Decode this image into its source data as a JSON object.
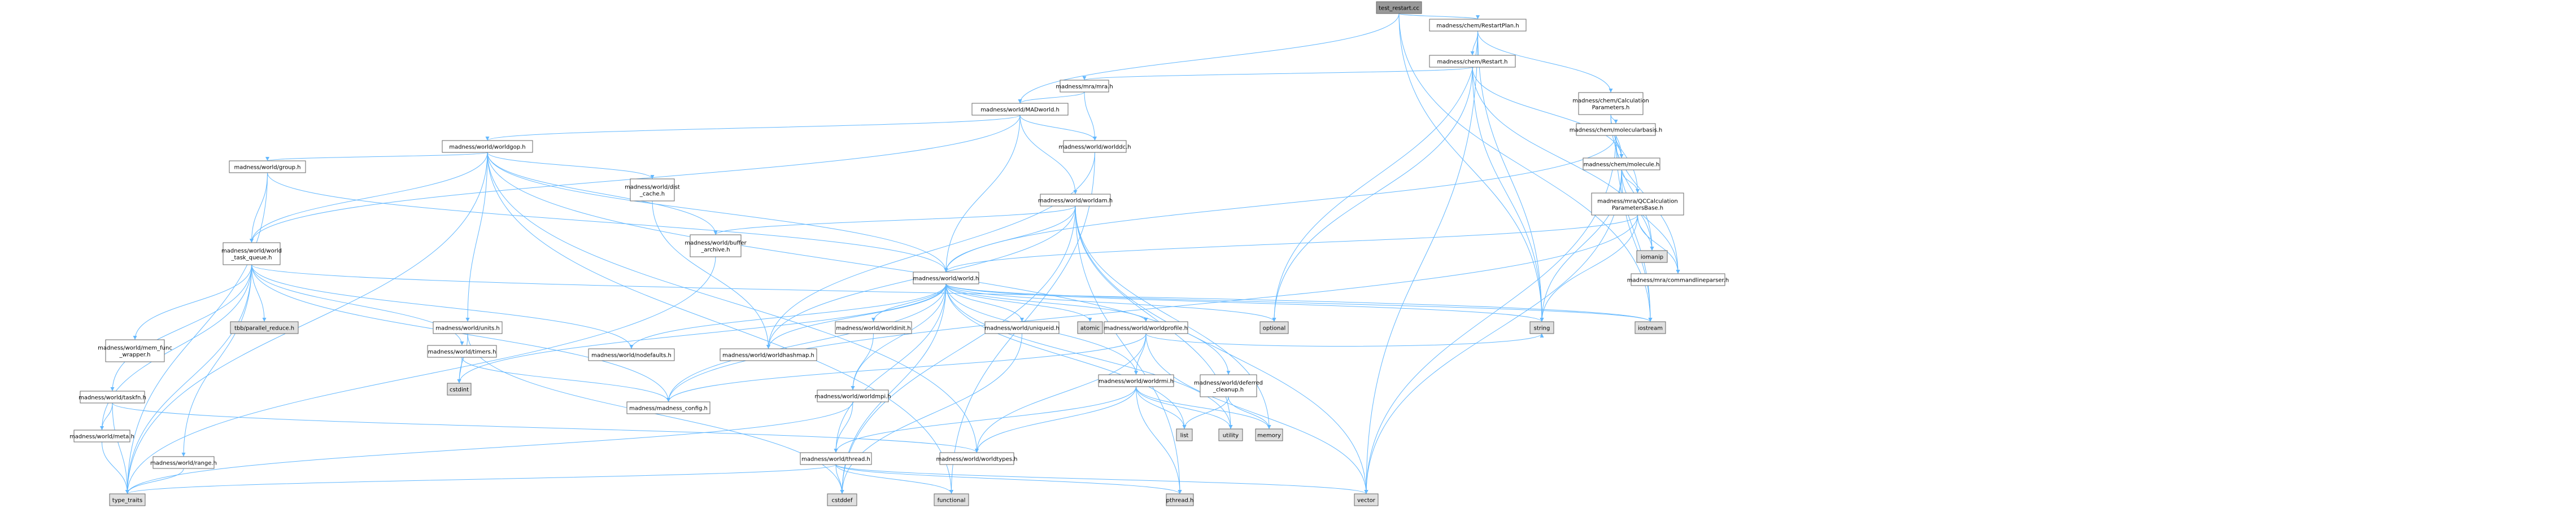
{
  "colors": {
    "background": "#ffffff",
    "edge": "#63b8ff",
    "root_fill": "#999999",
    "node_fill": "#ffffff",
    "external_fill": "#e0e0e0",
    "border": "#666666",
    "link_red": "#ff0000",
    "text": "#000000"
  },
  "nodes": [
    {
      "id": "root",
      "lines": [
        "test_restart.cc"
      ],
      "kind": "root"
    },
    {
      "id": "restartplan",
      "lines": [
        "madness/chem/RestartPlan.h"
      ],
      "kind": "plain"
    },
    {
      "id": "madworld",
      "lines": [
        "madness/world/MADworld.h"
      ],
      "kind": "plain"
    },
    {
      "id": "restart",
      "lines": [
        "madness/chem/Restart.h"
      ],
      "kind": "plain"
    },
    {
      "id": "calcparams",
      "lines": [
        "madness/chem/Calculation",
        "Parameters.h"
      ],
      "kind": "plain"
    },
    {
      "id": "mra",
      "lines": [
        "madness/mra/mra.h"
      ],
      "kind": "red"
    },
    {
      "id": "molbasis",
      "lines": [
        "madness/chem/molecularbasis.h"
      ],
      "kind": "red"
    },
    {
      "id": "worldgop",
      "lines": [
        "madness/world/worldgop.h"
      ],
      "kind": "plain"
    },
    {
      "id": "worlddc",
      "lines": [
        "madness/world/worlddc.h"
      ],
      "kind": "red"
    },
    {
      "id": "molecule",
      "lines": [
        "madness/chem/molecule.h"
      ],
      "kind": "red"
    },
    {
      "id": "worldam",
      "lines": [
        "madness/world/worldam.h"
      ],
      "kind": "plain"
    },
    {
      "id": "qccalc",
      "lines": [
        "madness/mra/QCCalculation",
        "ParametersBase.h"
      ],
      "kind": "red"
    },
    {
      "id": "group",
      "lines": [
        "madness/world/group.h"
      ],
      "kind": "red"
    },
    {
      "id": "distcache",
      "lines": [
        "madness/world/dist",
        "_cache.h"
      ],
      "kind": "red"
    },
    {
      "id": "bufferarch",
      "lines": [
        "madness/world/buffer",
        "_archive.h"
      ],
      "kind": "red"
    },
    {
      "id": "world",
      "lines": [
        "madness/world/world.h"
      ],
      "kind": "plain"
    },
    {
      "id": "iomanip",
      "lines": [
        "iomanip"
      ],
      "kind": "external"
    },
    {
      "id": "cmdline",
      "lines": [
        "madness/mra/commandlineparser.h"
      ],
      "kind": "red"
    },
    {
      "id": "taskqueue",
      "lines": [
        "madness/world/world",
        "_task_queue.h"
      ],
      "kind": "plain"
    },
    {
      "id": "tbbreduce",
      "lines": [
        "tbb/parallel_reduce.h"
      ],
      "kind": "external"
    },
    {
      "id": "memfunc",
      "lines": [
        "madness/world/mem_func",
        "_wrapper.h"
      ],
      "kind": "red"
    },
    {
      "id": "units",
      "lines": [
        "madness/world/units.h"
      ],
      "kind": "plain"
    },
    {
      "id": "timers",
      "lines": [
        "madness/world/timers.h"
      ],
      "kind": "red"
    },
    {
      "id": "nodefaults",
      "lines": [
        "madness/world/nodefaults.h"
      ],
      "kind": "plain"
    },
    {
      "id": "hashmap",
      "lines": [
        "madness/world/worldhashmap.h"
      ],
      "kind": "red"
    },
    {
      "id": "worldinit",
      "lines": [
        "madness/world/worldinit.h"
      ],
      "kind": "plain"
    },
    {
      "id": "uniqueid",
      "lines": [
        "madness/world/uniqueid.h"
      ],
      "kind": "red"
    },
    {
      "id": "atomic",
      "lines": [
        "atomic"
      ],
      "kind": "external"
    },
    {
      "id": "profile",
      "lines": [
        "madness/world/worldprofile.h"
      ],
      "kind": "red"
    },
    {
      "id": "optional",
      "lines": [
        "optional"
      ],
      "kind": "external"
    },
    {
      "id": "deferred",
      "lines": [
        "madness/world/deferred",
        "_cleanup.h"
      ],
      "kind": "red"
    },
    {
      "id": "iostream",
      "lines": [
        "iostream"
      ],
      "kind": "external"
    },
    {
      "id": "string",
      "lines": [
        "string"
      ],
      "kind": "external"
    },
    {
      "id": "taskfn",
      "lines": [
        "madness/world/taskfn.h"
      ],
      "kind": "red"
    },
    {
      "id": "cstdint",
      "lines": [
        "cstdint"
      ],
      "kind": "external"
    },
    {
      "id": "config",
      "lines": [
        "madness/madness_config.h"
      ],
      "kind": "red"
    },
    {
      "id": "worldmpi",
      "lines": [
        "madness/world/worldmpi.h"
      ],
      "kind": "red"
    },
    {
      "id": "worldrmi",
      "lines": [
        "madness/world/worldrmi.h"
      ],
      "kind": "red"
    },
    {
      "id": "meta",
      "lines": [
        "madness/world/meta.h"
      ],
      "kind": "plain"
    },
    {
      "id": "range",
      "lines": [
        "madness/world/range.h"
      ],
      "kind": "red"
    },
    {
      "id": "thread",
      "lines": [
        "madness/world/thread.h"
      ],
      "kind": "red"
    },
    {
      "id": "worldtypes",
      "lines": [
        "madness/world/worldtypes.h"
      ],
      "kind": "red"
    },
    {
      "id": "list",
      "lines": [
        "list"
      ],
      "kind": "external"
    },
    {
      "id": "utility",
      "lines": [
        "utility"
      ],
      "kind": "external"
    },
    {
      "id": "memory",
      "lines": [
        "memory"
      ],
      "kind": "external"
    },
    {
      "id": "typetraits",
      "lines": [
        "type_traits"
      ],
      "kind": "external"
    },
    {
      "id": "cstddef",
      "lines": [
        "cstddef"
      ],
      "kind": "external"
    },
    {
      "id": "functional",
      "lines": [
        "functional"
      ],
      "kind": "external"
    },
    {
      "id": "pthread",
      "lines": [
        "pthread.h"
      ],
      "kind": "external"
    },
    {
      "id": "vector",
      "lines": [
        "vector"
      ],
      "kind": "external"
    }
  ],
  "edges": [
    [
      "root",
      "restartplan"
    ],
    [
      "root",
      "madworld"
    ],
    [
      "root",
      "string"
    ],
    [
      "root",
      "iostream"
    ],
    [
      "restartplan",
      "restart"
    ],
    [
      "restartplan",
      "calcparams"
    ],
    [
      "restartplan",
      "optional"
    ],
    [
      "restartplan",
      "string"
    ],
    [
      "restartplan",
      "vector"
    ],
    [
      "restart",
      "mra"
    ],
    [
      "restart",
      "molecule"
    ],
    [
      "restart",
      "iomanip"
    ],
    [
      "restart",
      "optional"
    ],
    [
      "restart",
      "string"
    ],
    [
      "calcparams",
      "molbasis"
    ],
    [
      "calcparams",
      "molecule"
    ],
    [
      "calcparams",
      "qccalc"
    ],
    [
      "calcparams",
      "cmdline"
    ],
    [
      "mra",
      "madworld"
    ],
    [
      "mra",
      "worlddc"
    ],
    [
      "molbasis",
      "molecule"
    ],
    [
      "molbasis",
      "world"
    ],
    [
      "molbasis",
      "iomanip"
    ],
    [
      "molbasis",
      "vector"
    ],
    [
      "molbasis",
      "iostream"
    ],
    [
      "madworld",
      "worldgop"
    ],
    [
      "madworld",
      "worldam"
    ],
    [
      "madworld",
      "world"
    ],
    [
      "madworld",
      "worlddc"
    ],
    [
      "madworld",
      "taskqueue"
    ],
    [
      "molecule",
      "qccalc"
    ],
    [
      "molecule",
      "cmdline"
    ],
    [
      "molecule",
      "string"
    ],
    [
      "molecule",
      "iostream"
    ],
    [
      "molecule",
      "vector"
    ],
    [
      "qccalc",
      "world"
    ],
    [
      "qccalc",
      "iomanip"
    ],
    [
      "qccalc",
      "string"
    ],
    [
      "qccalc",
      "config"
    ],
    [
      "qccalc",
      "cmdline"
    ],
    [
      "worldgop",
      "group"
    ],
    [
      "worldgop",
      "distcache"
    ],
    [
      "worldgop",
      "bufferarch"
    ],
    [
      "worldgop",
      "world"
    ],
    [
      "worldgop",
      "taskqueue"
    ],
    [
      "worldgop",
      "deferred"
    ],
    [
      "worldgop",
      "units"
    ],
    [
      "worldgop",
      "typetraits"
    ],
    [
      "worldgop",
      "functional"
    ],
    [
      "worldgop",
      "worldtypes"
    ],
    [
      "worlddc",
      "hashmap"
    ],
    [
      "worlddc",
      "functional"
    ],
    [
      "worldam",
      "bufferarch"
    ],
    [
      "worldam",
      "world"
    ],
    [
      "worldam",
      "hashmap"
    ],
    [
      "worldam",
      "cstddef"
    ],
    [
      "worldam",
      "memory"
    ],
    [
      "worldam",
      "vector"
    ],
    [
      "worldam",
      "utility"
    ],
    [
      "worldam",
      "pthread"
    ],
    [
      "group",
      "taskqueue"
    ],
    [
      "group",
      "world"
    ],
    [
      "group",
      "typetraits"
    ],
    [
      "distcache",
      "hashmap"
    ],
    [
      "bufferarch",
      "typetraits"
    ],
    [
      "taskqueue",
      "tbbreduce"
    ],
    [
      "taskqueue",
      "memfunc"
    ],
    [
      "taskqueue",
      "timers"
    ],
    [
      "taskqueue",
      "nodefaults"
    ],
    [
      "taskqueue",
      "taskfn"
    ],
    [
      "taskqueue",
      "meta"
    ],
    [
      "taskqueue",
      "range"
    ],
    [
      "taskqueue",
      "config"
    ],
    [
      "taskqueue",
      "typetraits"
    ],
    [
      "taskqueue",
      "iostream"
    ],
    [
      "world",
      "nodefaults"
    ],
    [
      "world",
      "hashmap"
    ],
    [
      "world",
      "worldinit"
    ],
    [
      "world",
      "uniqueid"
    ],
    [
      "world",
      "atomic"
    ],
    [
      "world",
      "profile"
    ],
    [
      "world",
      "optional"
    ],
    [
      "world",
      "config"
    ],
    [
      "world",
      "worldmpi"
    ],
    [
      "world",
      "worldrmi"
    ],
    [
      "world",
      "thread"
    ],
    [
      "world",
      "list"
    ],
    [
      "world",
      "utility"
    ],
    [
      "world",
      "cstdint"
    ],
    [
      "world",
      "cstddef"
    ],
    [
      "world",
      "iostream"
    ],
    [
      "world",
      "string"
    ],
    [
      "units",
      "cstdint"
    ],
    [
      "units",
      "cstddef"
    ],
    [
      "timers",
      "cstdint"
    ],
    [
      "timers",
      "config"
    ],
    [
      "worldinit",
      "worldmpi"
    ],
    [
      "uniqueid",
      "cstddef"
    ],
    [
      "profile",
      "worldrmi"
    ],
    [
      "profile",
      "worldtypes"
    ],
    [
      "profile",
      "string"
    ],
    [
      "profile",
      "vector"
    ],
    [
      "profile",
      "config"
    ],
    [
      "deferred",
      "list"
    ],
    [
      "deferred",
      "memory"
    ],
    [
      "taskfn",
      "meta"
    ],
    [
      "taskfn",
      "typetraits"
    ],
    [
      "taskfn",
      "worldtypes"
    ],
    [
      "worldmpi",
      "thread"
    ],
    [
      "worldmpi",
      "typetraits"
    ],
    [
      "worldrmi",
      "thread"
    ],
    [
      "worldrmi",
      "worldtypes"
    ],
    [
      "worldrmi",
      "list"
    ],
    [
      "worldrmi",
      "utility"
    ],
    [
      "worldrmi",
      "memory"
    ],
    [
      "worldrmi",
      "pthread"
    ],
    [
      "meta",
      "typetraits"
    ],
    [
      "range",
      "typetraits"
    ],
    [
      "thread",
      "typetraits"
    ],
    [
      "thread",
      "cstddef"
    ],
    [
      "thread",
      "functional"
    ],
    [
      "thread",
      "vector"
    ],
    [
      "thread",
      "pthread"
    ]
  ]
}
